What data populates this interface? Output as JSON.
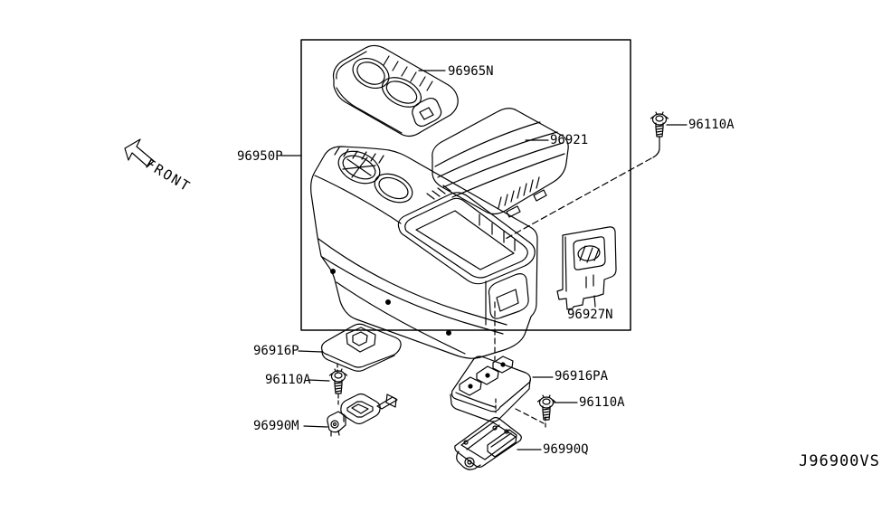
{
  "colors": {
    "background": "#ffffff",
    "line": "#000000"
  },
  "front_indicator": {
    "label": "FRONT"
  },
  "drawing_code": {
    "label": "J96900VS"
  },
  "parts": {
    "cup_holder": {
      "number": "96965N"
    },
    "lid": {
      "number": "96921"
    },
    "console_box": {
      "number": "96950P"
    },
    "bolt_upper": {
      "number": "96110A"
    },
    "rear_finisher": {
      "number": "96927N"
    },
    "pad_front": {
      "number": "96916P"
    },
    "bolt_front": {
      "number": "96110A"
    },
    "bracket_front": {
      "number": "96990M"
    },
    "pad_rear": {
      "number": "96916PA"
    },
    "bolt_rear": {
      "number": "96110A"
    },
    "bracket_rear": {
      "number": "96990Q"
    }
  }
}
